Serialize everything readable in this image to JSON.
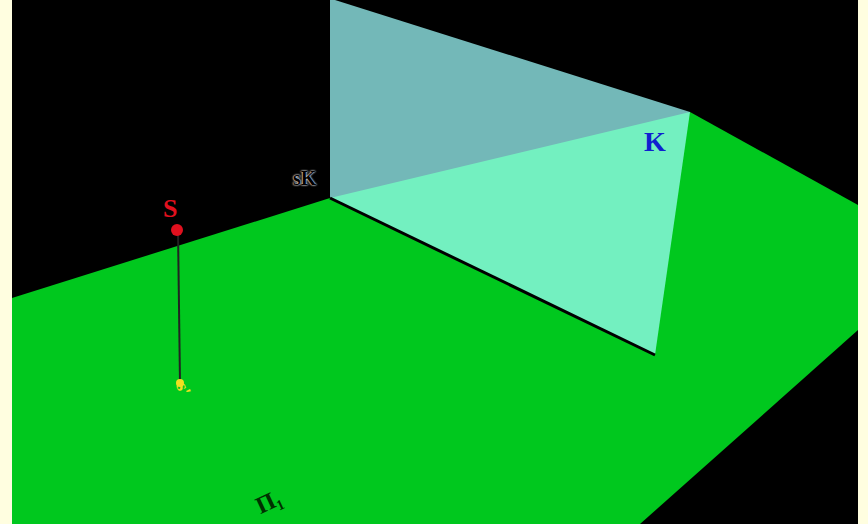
{
  "diagram": {
    "labels": [
      "S",
      "s'",
      "sK",
      "K",
      "Π₁"
    ]
  }
}
